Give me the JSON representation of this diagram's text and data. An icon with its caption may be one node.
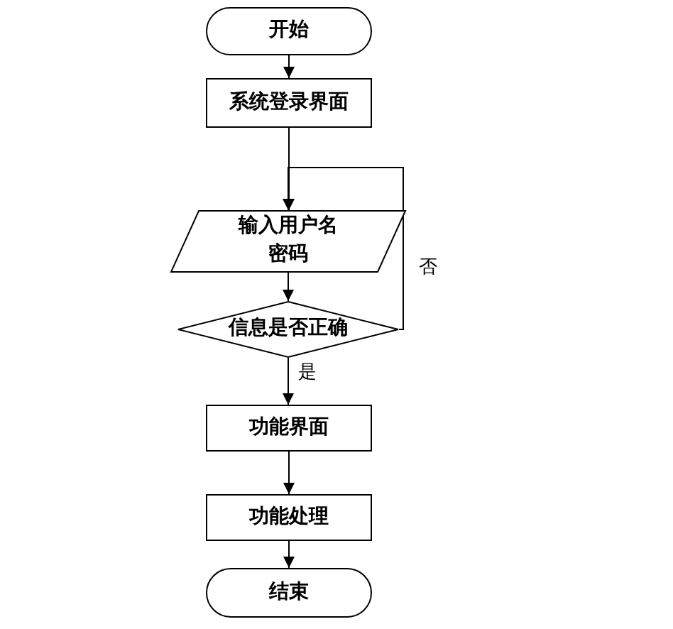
{
  "diagram": {
    "nodes": [
      {
        "text": [
          "开始"
        ]
      },
      {
        "text": [
          "系统登录界面"
        ]
      },
      {
        "text": [
          "输入用户名密码"
        ]
      },
      {
        "text": [
          "信息是否正确"
        ]
      },
      {
        "text": [
          "功能界面"
        ]
      },
      {
        "text": [
          "功能处理"
        ]
      },
      {
        "text": [
          "结束"
        ]
      }
    ],
    "edges": [
      {
        "from": 0,
        "to": 1,
        "arrow": "to"
      },
      {
        "from": 1,
        "to": 2,
        "arrow": "to"
      },
      {
        "from": 2,
        "to": 3,
        "arrow": "to"
      },
      {
        "from": 3,
        "to": 2,
        "arrow": "to",
        "label": "否"
      },
      {
        "from": 3,
        "to": 4,
        "arrow": "to",
        "label": "是"
      },
      {
        "from": 4,
        "to": 5,
        "arrow": "to"
      },
      {
        "from": 5,
        "to": 6,
        "arrow": "to"
      }
    ]
  }
}
